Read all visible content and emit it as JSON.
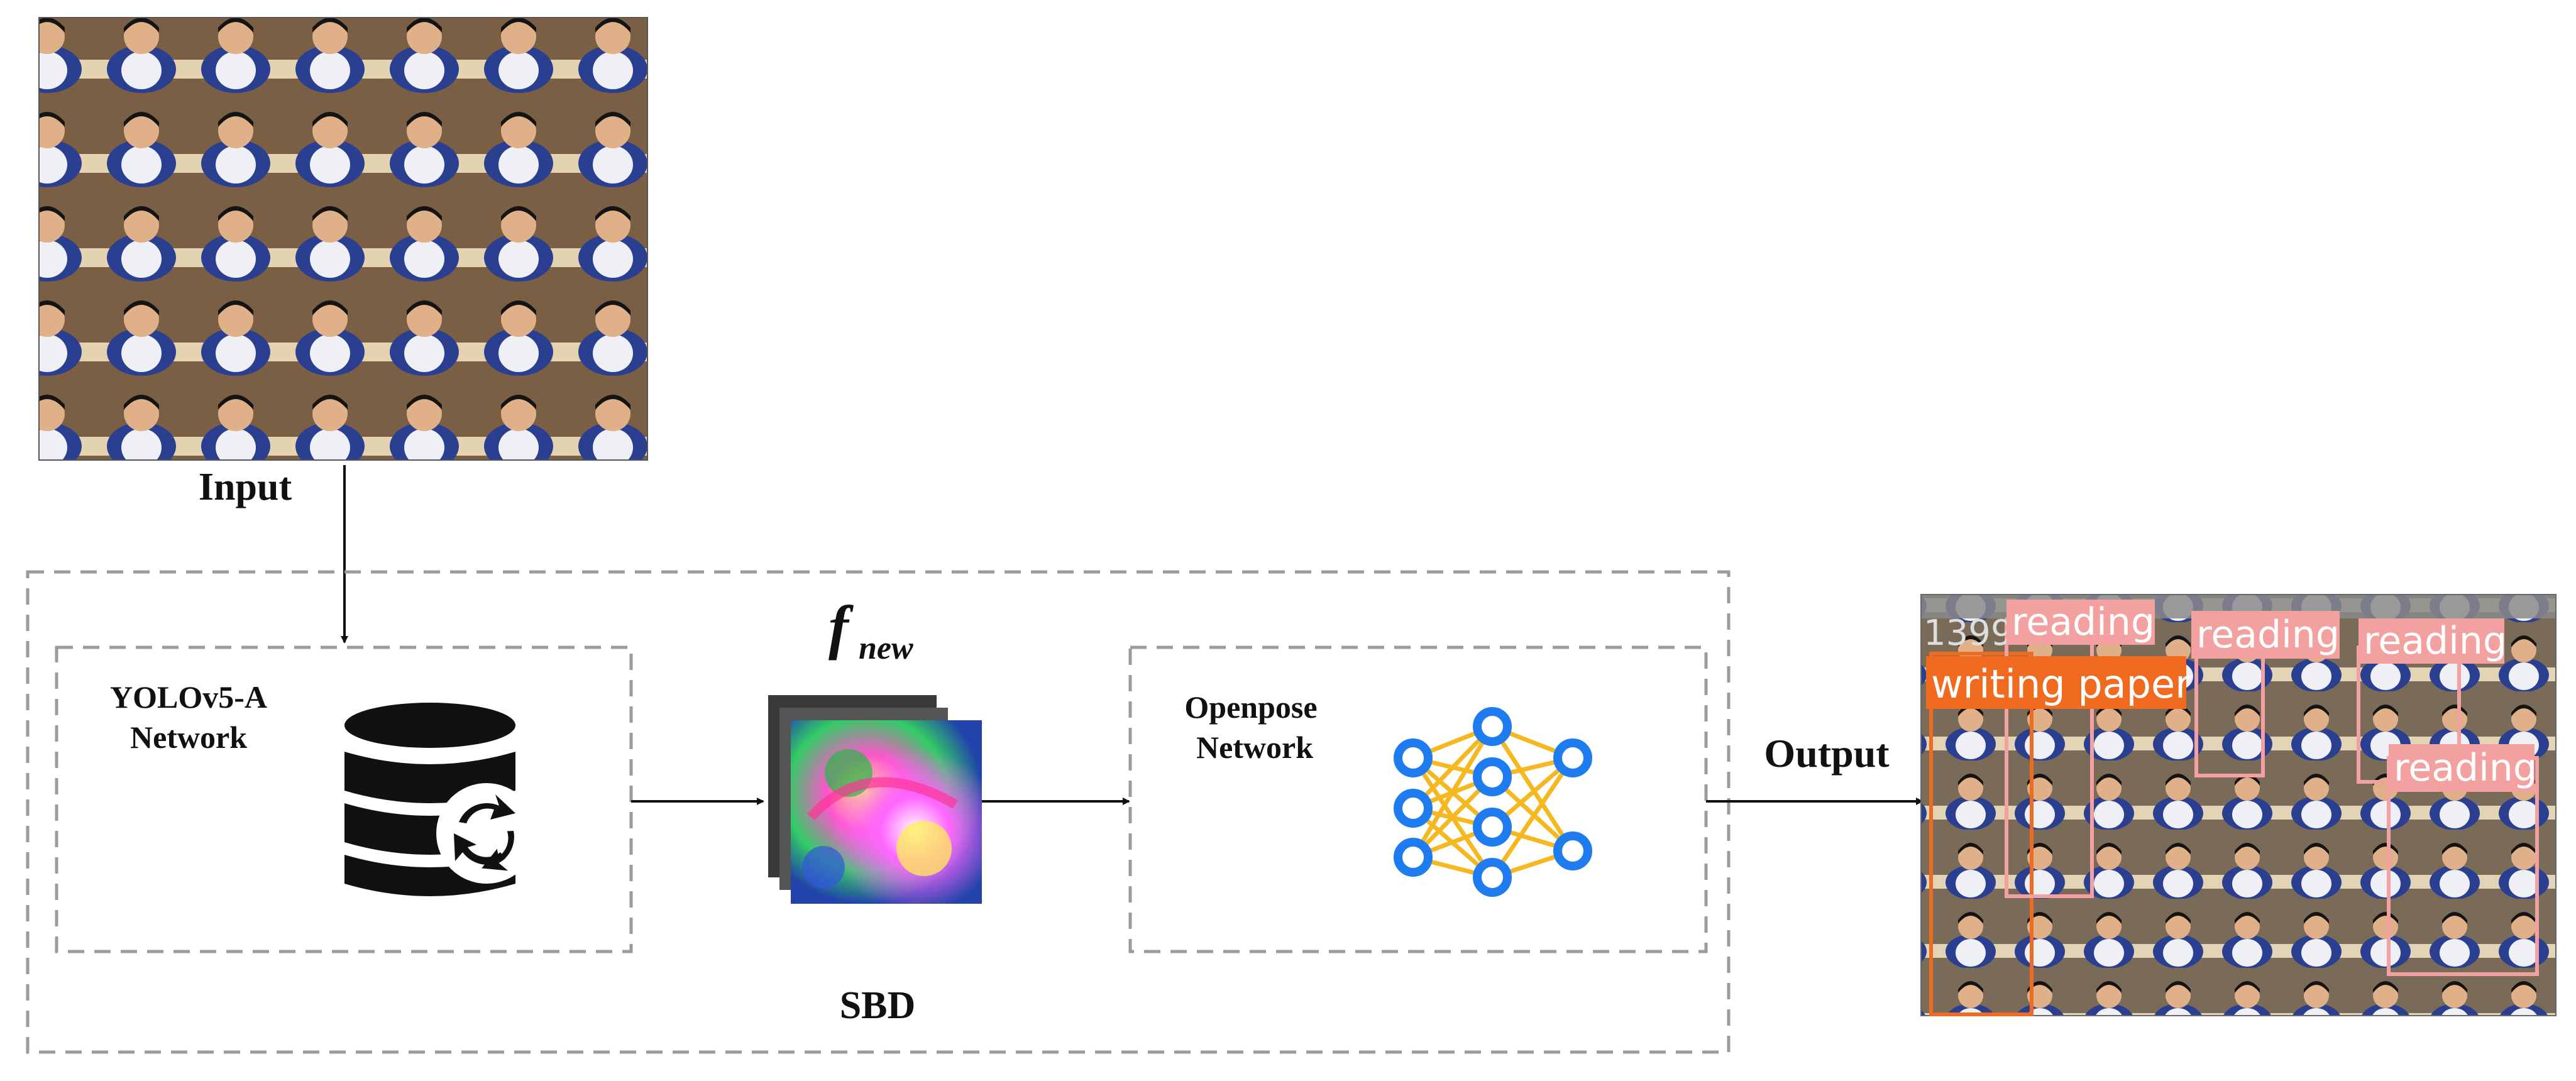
{
  "labels": {
    "input": "Input",
    "yolo_line1": "YOLOv5-A",
    "yolo_line2": "Network",
    "feature_f": "f",
    "feature_sub": "new",
    "openpose_line1": "Openpose",
    "openpose_line2": "Network",
    "output": "Output",
    "sbd": "SBD"
  },
  "detections": {
    "id_text": "1399",
    "labels": [
      "reading",
      "reading",
      "reading",
      "reading",
      "writing paper"
    ]
  },
  "colors": {
    "dashed_border": "#9a9a9a",
    "arrow": "#111111",
    "db_icon": "#111111",
    "nn_nodes": "#1e7cf0",
    "nn_edges": "#f5b820",
    "det_reading": "#f3a0a0",
    "det_writing": "#f06a20",
    "classroom_bg": "#7a5f45",
    "uniform_blue": "#2a3f8f"
  },
  "icons": {
    "input_image": "classroom-photo",
    "yolo_icon": "database-recycle-icon",
    "feature_icon": "feature-map-stack",
    "openpose_icon": "neural-network-icon",
    "output_image": "classroom-detection-photo"
  }
}
